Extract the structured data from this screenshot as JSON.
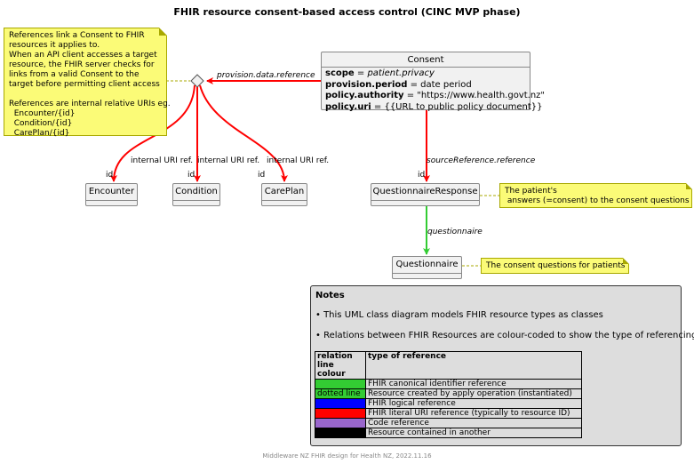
{
  "title": "FHIR resource consent-based access control (CINC MVP phase)",
  "colors": {
    "red": "#ff0000",
    "green": "#33cc33",
    "blue": "#0000ff",
    "purple": "#9966cc",
    "black": "#000000",
    "note": "#fbfb77"
  },
  "note_refs": {
    "lines": [
      "References link a Consent to FHIR",
      "resources it applies to.",
      "When an API client accesses a target",
      "resource, the FHIR server checks for",
      "links from a valid Consent to the",
      "target before permitting client access",
      "",
      "References are internal relative URIs eg.",
      "  Encounter/{id}",
      "  Condition/{id}",
      "  CarePlan/{id}"
    ]
  },
  "consent": {
    "name": "Consent",
    "attrs": [
      {
        "key": "scope",
        "eq": " = ",
        "value": "patient.privacy",
        "italic": true
      },
      {
        "key": "provision.period",
        "eq": " = ",
        "value": "date period",
        "italic": false
      },
      {
        "key": "policy.authority",
        "eq": " = ",
        "value": "\"https://www.health.govt.nz\"",
        "italic": false
      },
      {
        "key": "policy.uri",
        "eq": " = ",
        "value": "{{URL to public policy document}}",
        "italic": false
      }
    ]
  },
  "edges": {
    "provision_ref": "provision.data.reference",
    "internal_uri_1": "internal URI ref.",
    "internal_uri_2": "internal URI ref.",
    "internal_uri_3": "internal URI ref.",
    "id_1": "id",
    "id_2": "id",
    "id_3": "id",
    "id_4": "id",
    "source_ref": "sourceReference.reference",
    "questionnaire": "questionnaire"
  },
  "classes": {
    "encounter": "Encounter",
    "condition": "Condition",
    "careplan": "CarePlan",
    "questionnaire_response": "QuestionnaireResponse",
    "questionnaire": "Questionnaire"
  },
  "note_qr": {
    "line1": "The patient's",
    "line2": " answers (=consent) to the consent questions"
  },
  "note_q": {
    "text": "The consent questions for patients"
  },
  "notes": {
    "heading": "Notes",
    "bullet1": "• This UML class diagram models FHIR resource types as classes",
    "bullet2": "• Relations between FHIR Resources are colour-coded to show the type of referencing:",
    "legend_header_col1_l1": "relation",
    "legend_header_col1_l2": "line colour",
    "legend_header_col2": "type of reference",
    "legend_rows": [
      {
        "swatch": "#33cc33",
        "swatch_text": "",
        "desc": "FHIR canonical identifier reference"
      },
      {
        "swatch": "#33cc33",
        "swatch_text": "dotted line",
        "desc": "Resource created by apply operation (instantiated)"
      },
      {
        "swatch": "#0000ff",
        "swatch_text": "",
        "desc": "FHIR logical reference"
      },
      {
        "swatch": "#ff0000",
        "swatch_text": "",
        "desc": "FHIR literal URI reference (typically to resource ID)"
      },
      {
        "swatch": "#9966cc",
        "swatch_text": "",
        "desc": "Code reference"
      },
      {
        "swatch": "#000000",
        "swatch_text": "",
        "desc": "Resource contained in another"
      }
    ]
  },
  "footer": "Middleware NZ FHIR design for Health NZ, 2022.11.16"
}
